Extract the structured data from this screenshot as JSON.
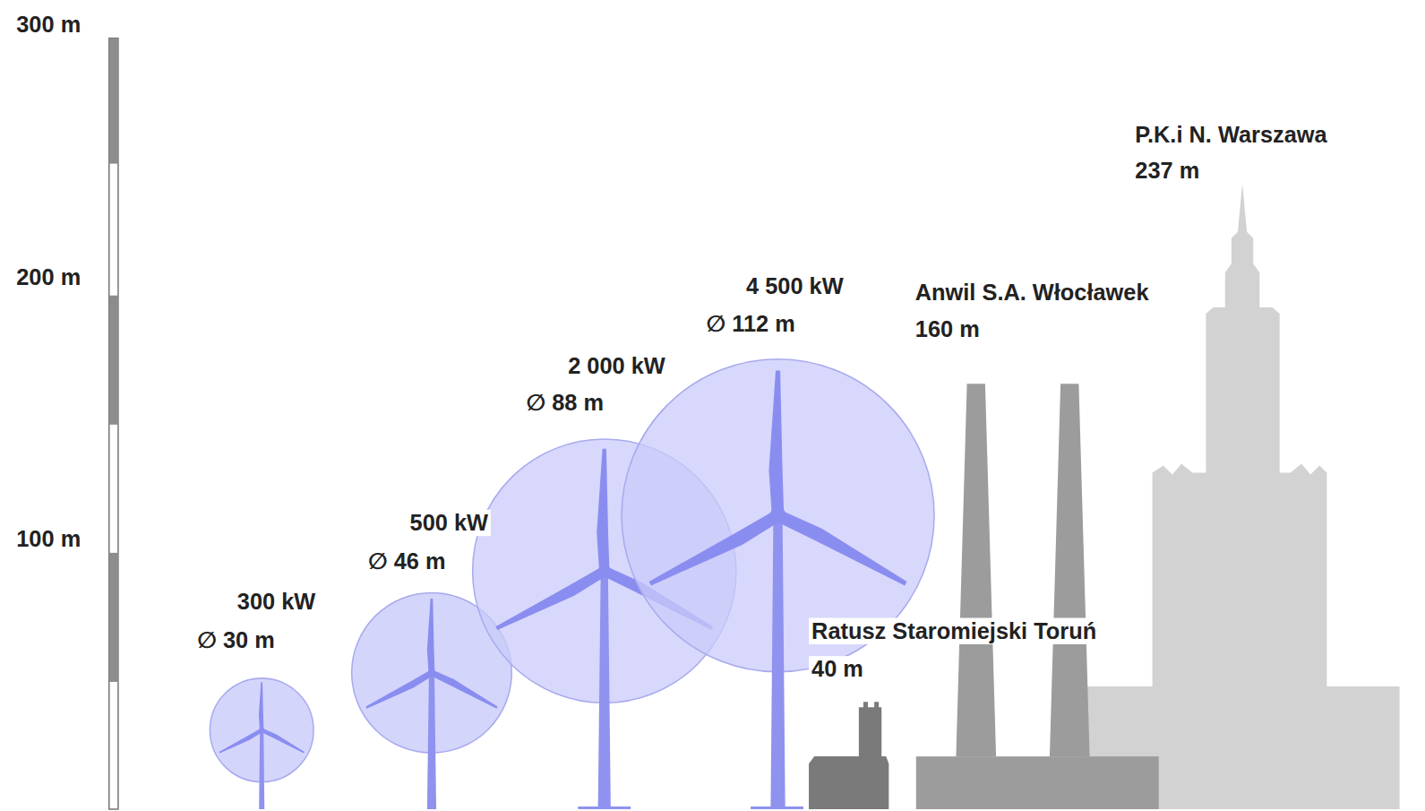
{
  "diagram": {
    "labels": [
      "300 m",
      "200 m",
      "100 m",
      "300 kW",
      "∅ 30 m",
      "500 kW",
      "∅ 46 m",
      "2 000 kW",
      "∅ 88 m",
      "4 500 kW",
      "∅ 112 m",
      "Ratusz Staromiejski Toruń",
      "40 m",
      "Anwil S.A. Włocławek",
      "160 m",
      "P.K.i N. Warszawa",
      "237 m"
    ]
  }
}
